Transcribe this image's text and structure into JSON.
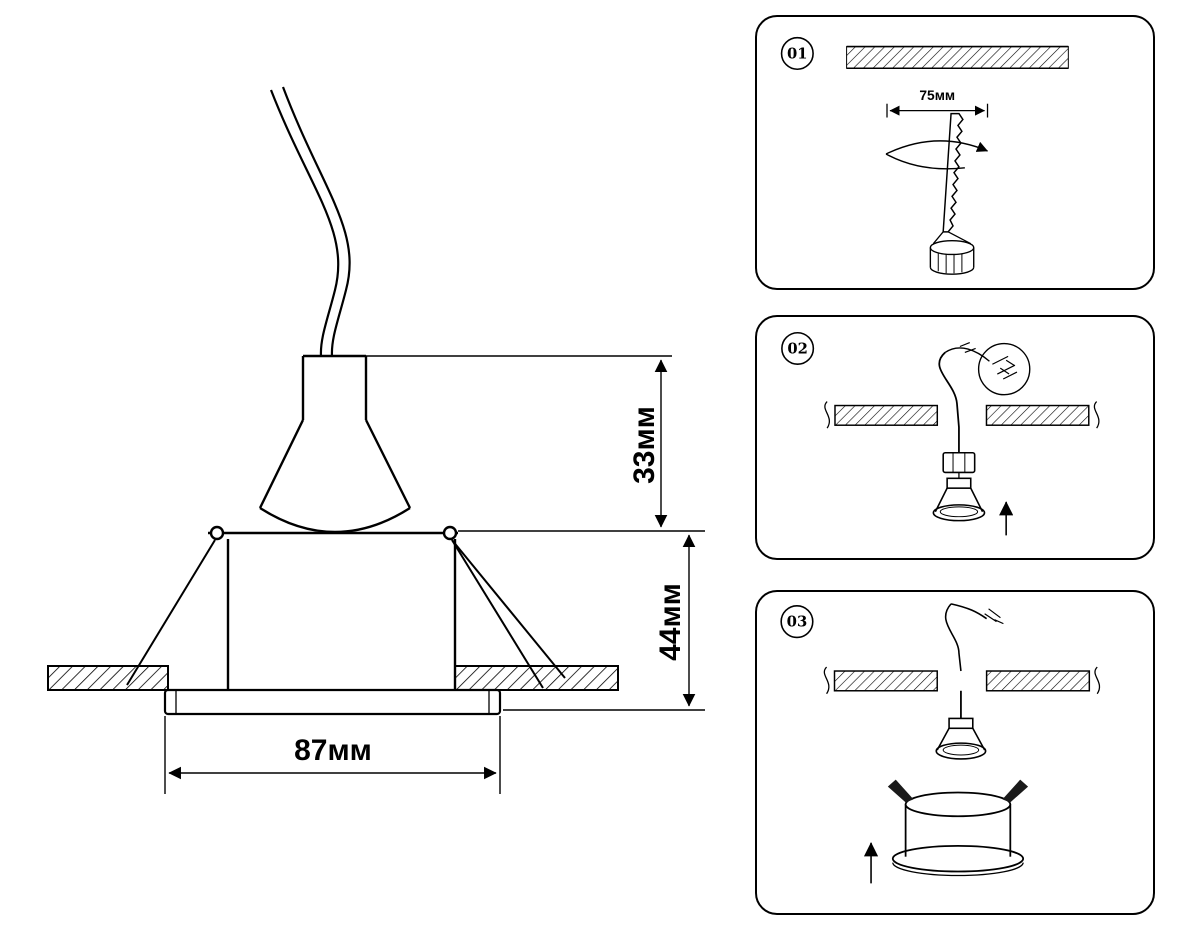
{
  "diagram": {
    "description": "recessed-downlight-installation",
    "main": {
      "dim_top_height": "33мм",
      "dim_bottom_height": "44мм",
      "dim_width": "87мм"
    },
    "steps": [
      {
        "number": "01",
        "dim_hole": "75мм"
      },
      {
        "number": "02"
      },
      {
        "number": "03"
      }
    ]
  },
  "colors": {
    "line": "#000000",
    "background": "#ffffff"
  }
}
